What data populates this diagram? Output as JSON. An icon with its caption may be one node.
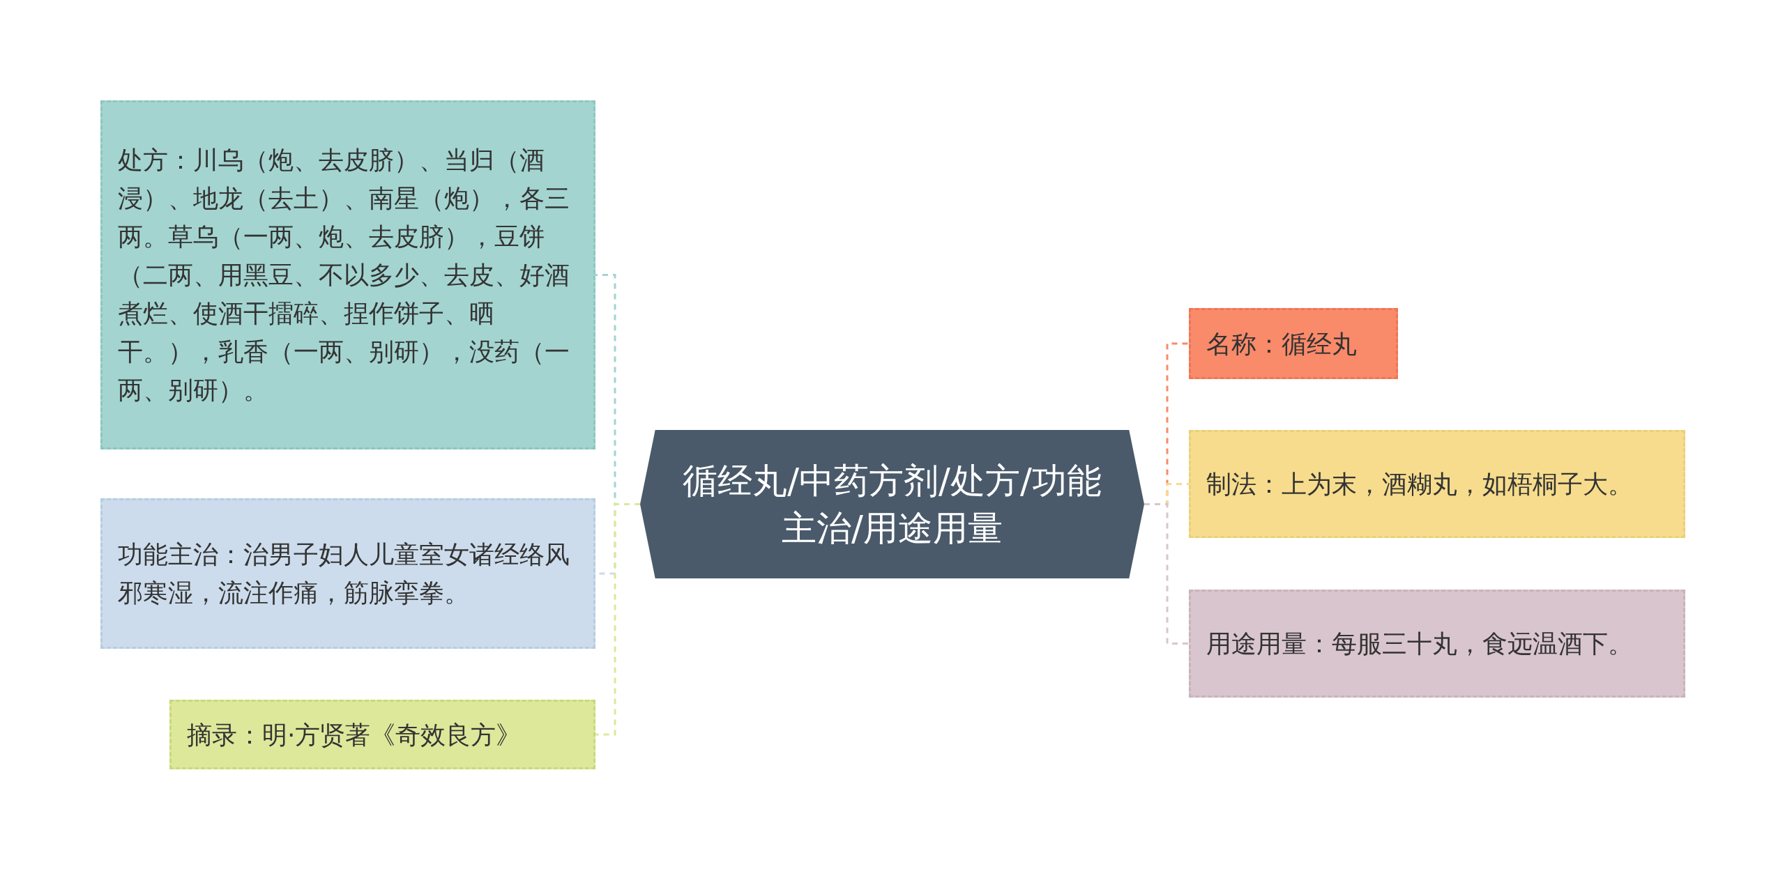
{
  "diagram": {
    "nodes": [
      {
        "text": [
          "循经丸/中药方剂/处方/功能主治/用途用量"
        ]
      },
      {
        "text": [
          "处方：川乌（炮、去皮脐）、当归（酒浸）、地龙（去土）、南星（炮），各三两。草乌（一两、炮、去皮脐），豆饼（二两、用黑豆、不以多少、去皮、好酒煮烂、使酒干擂碎、捏作饼子、晒干。），乳香（一两、别研），没药（一两、别研）。"
        ]
      },
      {
        "text": [
          "功能主治：治男子妇人儿童室女诸经络风邪寒湿，流注作痛，筋脉挛拳。"
        ]
      },
      {
        "text": [
          "摘录：明·方贤著《奇效良方》"
        ]
      },
      {
        "text": [
          "名称：循经丸"
        ]
      },
      {
        "text": [
          "制法：上为末，酒糊丸，如梧桐子大。"
        ]
      },
      {
        "text": [
          "用途用量：每服三十丸，食远温酒下。"
        ]
      }
    ],
    "edges": [
      {
        "from": 0,
        "to": 1,
        "arrow": "none",
        "style": "dashed",
        "color": "#a3d4d0"
      },
      {
        "from": 0,
        "to": 2,
        "arrow": "none",
        "style": "dashed",
        "color": "#ccdcec"
      },
      {
        "from": 0,
        "to": 3,
        "arrow": "none",
        "style": "dashed",
        "color": "#dde89a"
      },
      {
        "from": 0,
        "to": 4,
        "arrow": "none",
        "style": "dashed",
        "color": "#f98a6a"
      },
      {
        "from": 0,
        "to": 5,
        "arrow": "none",
        "style": "dashed",
        "color": "#f6dc8c"
      },
      {
        "from": 0,
        "to": 6,
        "arrow": "none",
        "style": "dashed",
        "color": "#d9c5cd"
      }
    ]
  }
}
